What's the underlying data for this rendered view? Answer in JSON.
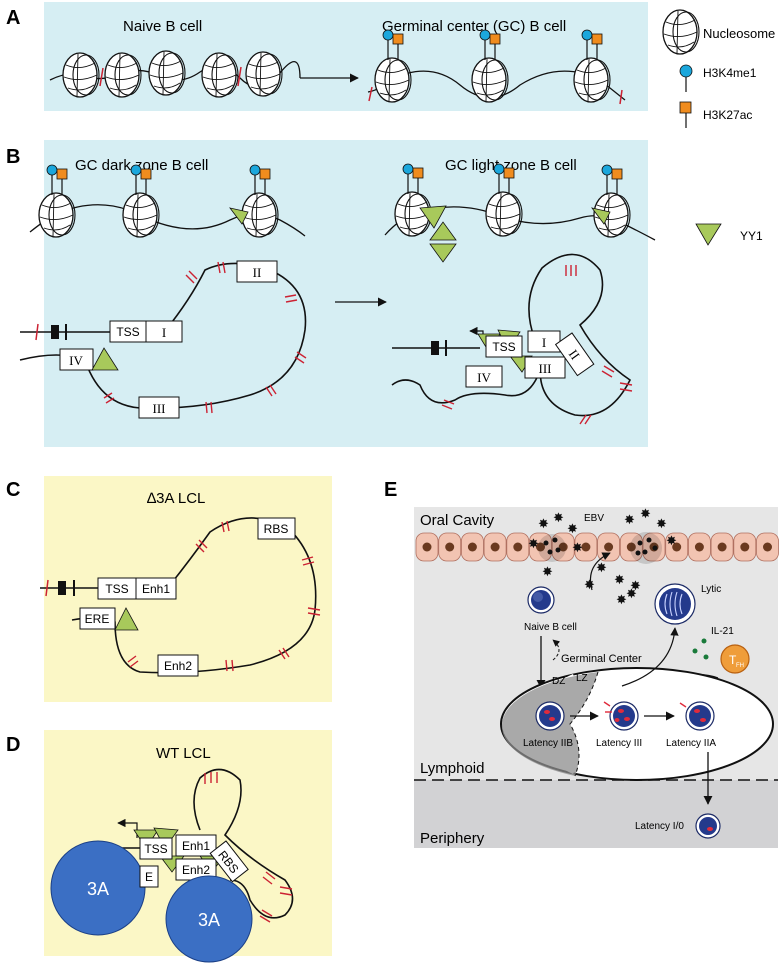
{
  "panel_a": {
    "letter": "A",
    "left_title": "Naive B cell",
    "right_title": "Germinal center (GC) B cell"
  },
  "legend": {
    "nucleosome": "Nucleosome",
    "h3k4me1": "H3K4me1",
    "h3k27ac": "H3K27ac",
    "yy1": "YY1"
  },
  "panel_b": {
    "letter": "B",
    "left_title": "GC dark zone B cell",
    "right_title": "GC light zone B cell",
    "labels": {
      "tss": "TSS",
      "r1": "I",
      "r2": "II",
      "r3": "III",
      "r4": "IV"
    }
  },
  "panel_c": {
    "letter": "C",
    "title": "∆3A LCL",
    "labels": {
      "tss": "TSS",
      "enh1": "Enh1",
      "rbs": "RBS",
      "ere": "ERE",
      "enh2": "Enh2"
    }
  },
  "panel_d": {
    "letter": "D",
    "title": "WT LCL",
    "labels": {
      "tss": "TSS",
      "enh1": "Enh1",
      "rbs": "RBS",
      "e": "E",
      "enh2": "Enh2",
      "a1": "3A",
      "a2": "3A"
    }
  },
  "panel_e": {
    "letter": "E",
    "oral_cavity": "Oral Cavity",
    "ebv": "EBV",
    "lytic": "Lytic",
    "naive": "Naive B cell",
    "il21": "IL-21",
    "tfh": "T",
    "tfh_sub": "FH",
    "germinal_center": "Germinal Center",
    "dz": "DZ",
    "lz": "LZ",
    "lat_iib": "Latency IIB",
    "lat_iii": "Latency III",
    "lat_iia": "Latency IIA",
    "lymphoid": "Lymphoid",
    "periphery": "Periphery",
    "lat_i0": "Latency I/0"
  },
  "colors": {
    "panel_ab_bg": "#d6eef3",
    "panel_cd_bg": "#fbf7c6",
    "panel_e_bg": "#e6e6e6",
    "h3k4me1": "#1ba7dc",
    "h3k27ac": "#f08c1e",
    "yy1": "#a8c95b",
    "mark": "#cc2233",
    "ebna3a": "#3b6fc4",
    "epithelium": "#f2c4b2"
  }
}
